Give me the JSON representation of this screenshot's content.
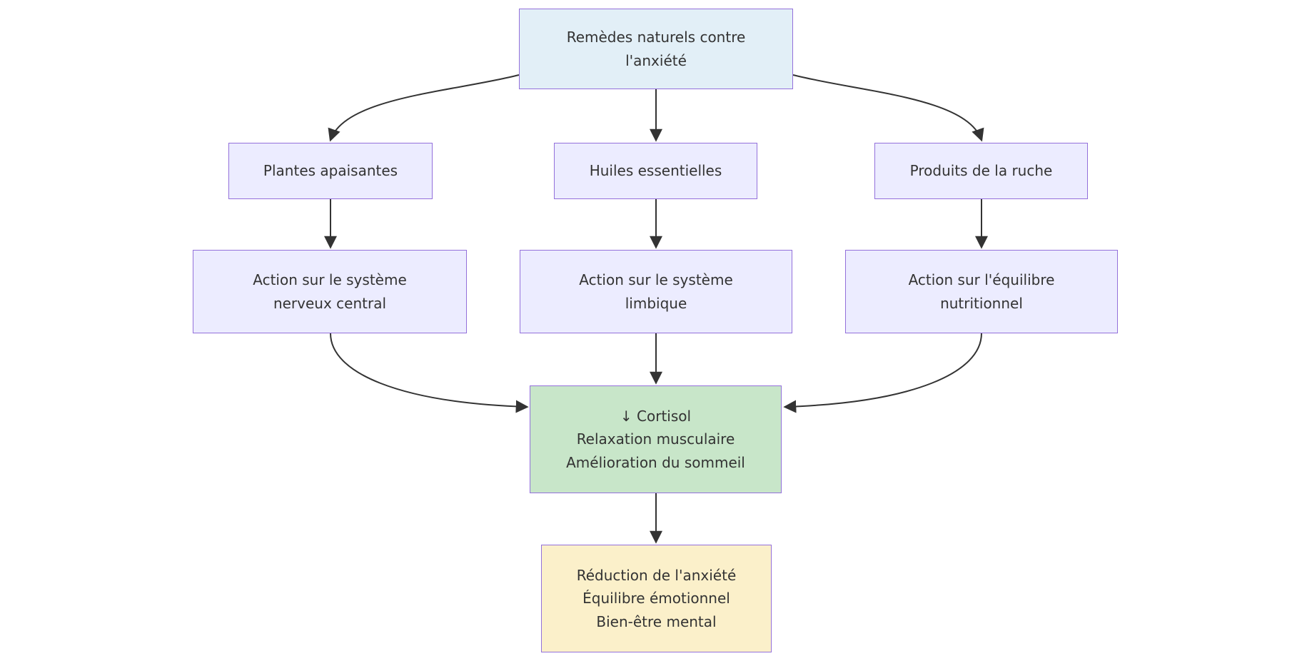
{
  "colors": {
    "background": "#ffffff",
    "edge": "#333333",
    "text": "#333333",
    "node_border": "#9370DB",
    "root_fill": "#e2eff7",
    "category_fill": "#ECECFF",
    "effects_fill": "#C8E6C9",
    "results_fill": "#FBF0CA"
  },
  "diagram": {
    "type": "flowchart",
    "direction": "top-down",
    "nodes": {
      "root": {
        "label": "Remèdes naturels contre\nl'anxiété"
      },
      "plantes": {
        "label": "Plantes apaisantes"
      },
      "huiles": {
        "label": "Huiles essentielles"
      },
      "ruche": {
        "label": "Produits de la ruche"
      },
      "action_snc": {
        "label": "Action sur le système\nnerveux central"
      },
      "action_limbique": {
        "label": "Action sur le système\nlimbique"
      },
      "action_nutrition": {
        "label": "Action sur l'équilibre\nnutritionnel"
      },
      "effects": {
        "label": "↓ Cortisol\nRelaxation musculaire\nAmélioration du sommeil"
      },
      "results": {
        "label": "Réduction de l'anxiété\nÉquilibre émotionnel\nBien-être mental"
      }
    },
    "edges": [
      {
        "from": "root",
        "to": "plantes"
      },
      {
        "from": "root",
        "to": "huiles"
      },
      {
        "from": "root",
        "to": "ruche"
      },
      {
        "from": "plantes",
        "to": "action_snc"
      },
      {
        "from": "huiles",
        "to": "action_limbique"
      },
      {
        "from": "ruche",
        "to": "action_nutrition"
      },
      {
        "from": "action_snc",
        "to": "effects"
      },
      {
        "from": "action_limbique",
        "to": "effects"
      },
      {
        "from": "action_nutrition",
        "to": "effects"
      },
      {
        "from": "effects",
        "to": "results"
      }
    ]
  }
}
